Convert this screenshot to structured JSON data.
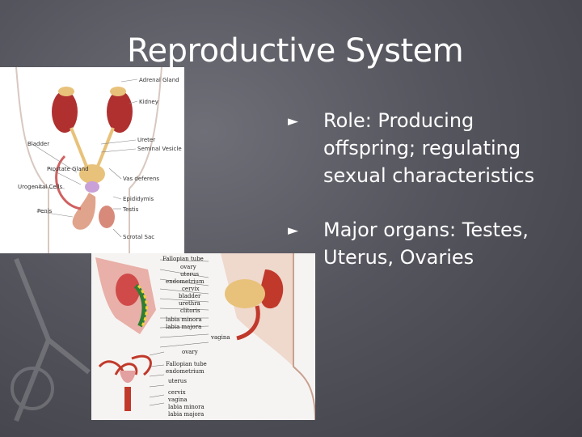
{
  "slide": {
    "title": "Reproductive System",
    "bullets": [
      {
        "marker": "►",
        "text": "Role: Producing offspring; regulating sexual characteristics"
      },
      {
        "marker": "►",
        "text": "Major organs: Testes, Uterus, Ovaries"
      }
    ]
  },
  "male_figure": {
    "labels": [
      "Adrenal Gland",
      "Kidney",
      "Ureter",
      "Seminal Vesicle",
      "Bladder",
      "Prostate Gland",
      "Vas deferens",
      "Urogenital Cells",
      "Epididymis",
      "Testis",
      "Penis",
      "Scrotal Sac"
    ]
  },
  "female_figure": {
    "side_labels": [
      "Fallopian tube",
      "ovary",
      "uterus",
      "endometrium",
      "cervix",
      "bladder",
      "urethra",
      "clitoris",
      "labia minora",
      "labia majora",
      "vagina"
    ],
    "front_labels": [
      "ovary",
      "Fallopian tube",
      "endometrium",
      "uterus",
      "cervix",
      "vagina",
      "labia minora",
      "labia majora"
    ]
  },
  "colors": {
    "background": "#55555e",
    "text": "#ffffff",
    "organ_red": "#c0392b",
    "organ_pink": "#e3a0a0"
  }
}
